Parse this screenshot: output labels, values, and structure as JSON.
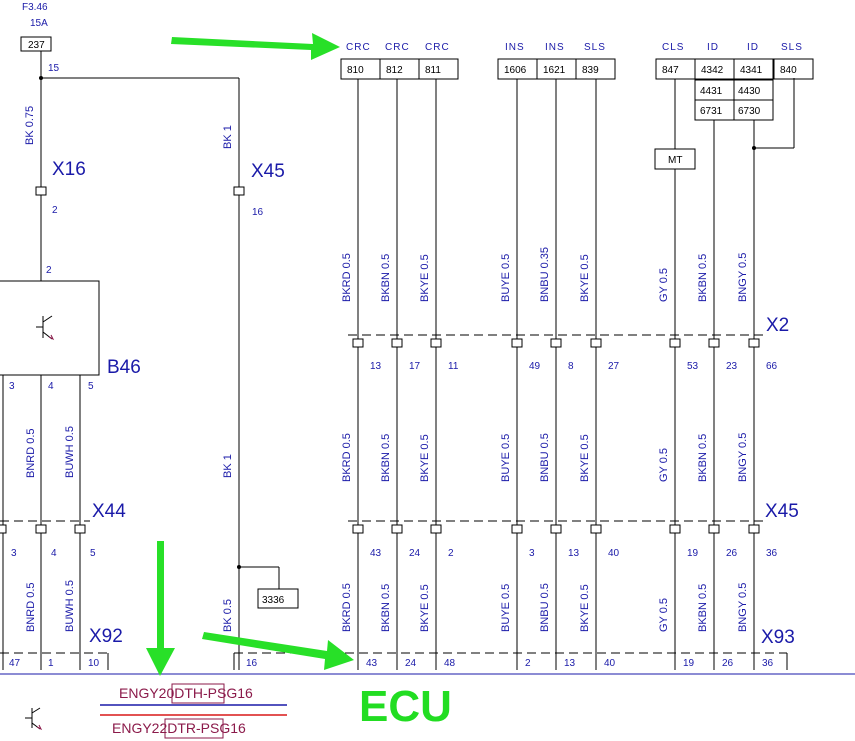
{
  "fuse": {
    "id": "F3.46",
    "rating": "15A",
    "code": "237",
    "pin": "15"
  },
  "colors": {
    "wire_label": "#1a1aa8",
    "variant_text": "#8b1a4a",
    "variant_line_blue": "#1a1aa8",
    "variant_line_red": "#d81818",
    "arrow": "#28e028",
    "ecu_text": "#22dd22"
  },
  "connectors": {
    "x16": "X16",
    "x45_top": "X45",
    "b46": "B46",
    "x2": "X2",
    "x44": "X44",
    "x45_mid": "X45",
    "x92": "X92",
    "x93": "X93"
  },
  "left_wires": {
    "bk075": "BK 0.75",
    "x16_pin": "2",
    "b46_top_pin": "2",
    "b46_pins": [
      "3",
      "4",
      "5"
    ],
    "upper_labels": [
      "BNRD 0.5",
      "BUWH 0.5"
    ],
    "x44_pins": [
      "3",
      "4",
      "5"
    ],
    "lower_labels": [
      "BNRD 0.5",
      "BUWH 0.5"
    ],
    "x92_pins": [
      "47",
      "1",
      "10"
    ]
  },
  "mid_wire": {
    "bk1_top": "BK 1",
    "x45_pin": "16",
    "bk1_mid": "BK 1",
    "splice": "3336",
    "bk05": "BK 0.5",
    "x92_pin": "16"
  },
  "top_groups": [
    "CRC",
    "CRC",
    "CRC",
    "INS",
    "INS",
    "SLS",
    "CLS",
    "ID",
    "ID",
    "SLS"
  ],
  "top_codes": [
    "810",
    "812",
    "811",
    "1606",
    "1621",
    "839",
    "847",
    "4342",
    "4341",
    "840"
  ],
  "id_extra_codes": [
    "4431",
    "4430",
    "6731",
    "6730"
  ],
  "mt_label": "MT",
  "ecu_wires": [
    {
      "label": "BKRD 0.5",
      "x2_pin": "13",
      "x45_pin": "43",
      "x93_pin": "43"
    },
    {
      "label": "BKBN 0.5",
      "x2_pin": "17",
      "x45_pin": "24",
      "x93_pin": "24"
    },
    {
      "label": "BKYE 0.5",
      "x2_pin": "11",
      "x45_pin": "2",
      "x93_pin": "48"
    },
    {
      "label": "BUYE 0.5",
      "x2_pin": "49",
      "x45_pin": "3",
      "x93_pin": "2"
    },
    {
      "label_top": "BNBU 0.35",
      "label": "BNBU 0.5",
      "x2_pin": "8",
      "x45_pin": "13",
      "x93_pin": "13"
    },
    {
      "label": "BKYE 0.5",
      "x2_pin": "27",
      "x45_pin": "40",
      "x93_pin": "40"
    },
    {
      "label": "GY 0.5",
      "x2_pin": "53",
      "x45_pin": "19",
      "x93_pin": "19"
    },
    {
      "label": "BKBN 0.5",
      "x2_pin": "23",
      "x45_pin": "26",
      "x93_pin": "26"
    },
    {
      "label": "BNGY 0.5",
      "x2_pin": "66",
      "x45_pin": "36",
      "x93_pin": "36"
    }
  ],
  "variants": {
    "line1": "ENGY20DTH-PSG16",
    "line2": "ENGY22DTR-PSG16"
  },
  "ecu_label": "ECU"
}
